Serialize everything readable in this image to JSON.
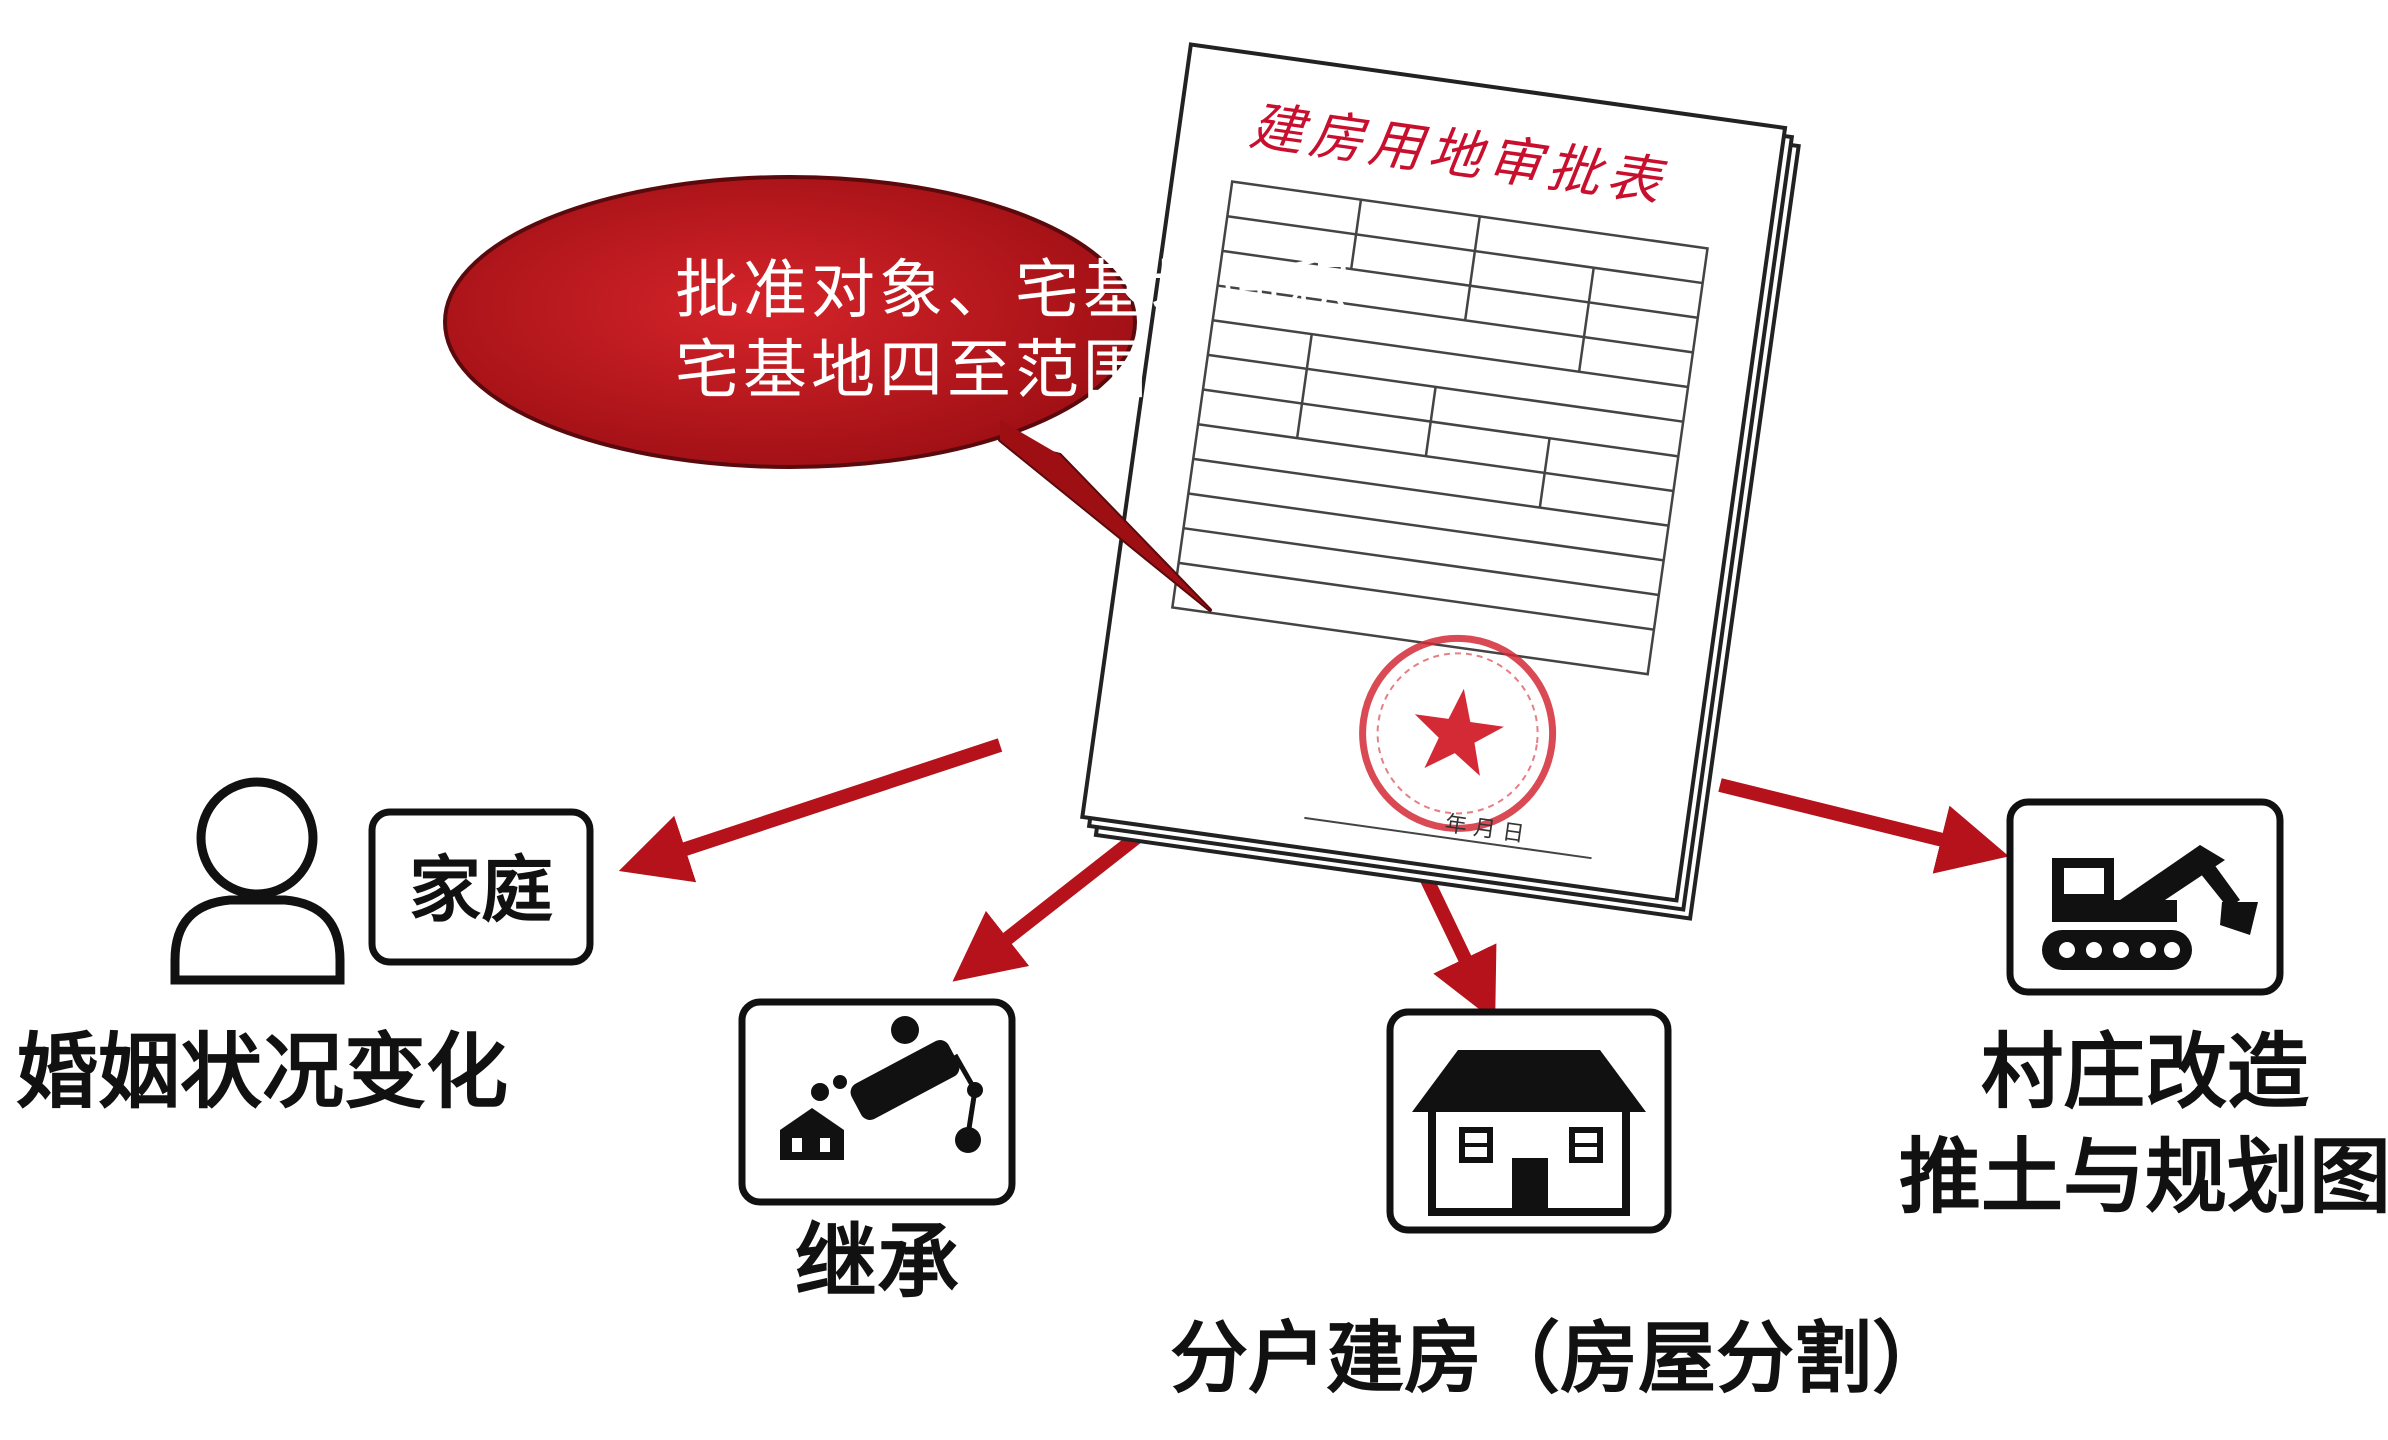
{
  "document": {
    "title": "建房用地审批表",
    "date_label": "年  月  日"
  },
  "callout": {
    "line1": "批准对象、宅基地面积",
    "line2": "宅基地四至范围"
  },
  "family_badge": "家庭",
  "labels": {
    "marriage": "婚姻状况变化",
    "inheritance": "继承",
    "split": "分户建房（房屋分割）",
    "village_line1": "村庄改造",
    "village_line2": "推土与规划图"
  },
  "colors": {
    "accent_red": "#b5121b",
    "stamp_red": "#d42a36",
    "text_black": "#111111"
  },
  "icons": [
    "person-icon",
    "inheritance-icon",
    "house-icon",
    "excavator-icon",
    "star-icon"
  ]
}
